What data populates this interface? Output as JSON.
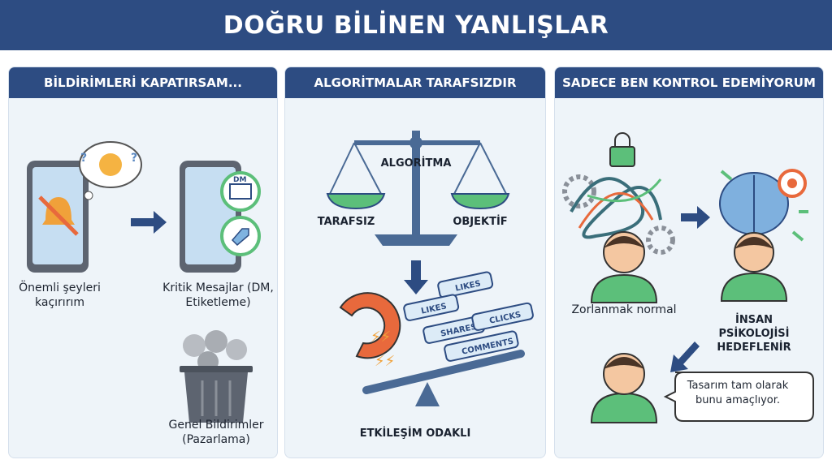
{
  "title": "DOĞRU BİLİNEN YANLIŞLAR",
  "colors": {
    "header": "#2d4c82",
    "panel_bg": "#eef4f9",
    "green": "#5cbf7a",
    "orange": "#e8693c"
  },
  "panels": [
    {
      "title": "BİLDİRİMLERİ KAPATIRSAM...",
      "left_label": "Önemli şeyleri kaçırırım",
      "right_label": "Kritik Mesajlar (DM, Etiketleme)",
      "dm_badge": "DM",
      "bottom_label": "Genel Bildirimler (Pazarlama)",
      "icons": [
        "phone-muted-bell-icon",
        "worried-thought-bubble-icon",
        "arrow-right-icon",
        "phone-icon",
        "dm-envelope-icon",
        "tag-icon",
        "trash-can-icon"
      ]
    },
    {
      "title": "ALGORİTMALAR TARAFSIZDIR",
      "scale_label": "ALGORİTMA",
      "left_pan": "TARAFSIZ",
      "right_pan": "OBJEKTİF",
      "bubbles": [
        "LIKES",
        "LIKES",
        "SHARES",
        "CLICKS",
        "COMMENTS"
      ],
      "bottom_label": "ETKİLEŞİM ODAKLI",
      "icons": [
        "balance-scale-icon",
        "arrow-down-icon",
        "magnet-icon",
        "seesaw-icon"
      ]
    },
    {
      "title": "SADECE BEN KONTROL EDEMİYORUM",
      "left_label": "Zorlanmak normal",
      "right_label": "İNSAN PSİKOLOJİSİ HEDEFLENİR",
      "speech": "Tasarım tam olarak bunu amaçlıyor.",
      "icons": [
        "stressed-person-icon",
        "lock-icon",
        "gear-icon",
        "brain-target-icon",
        "person-icon"
      ]
    }
  ]
}
